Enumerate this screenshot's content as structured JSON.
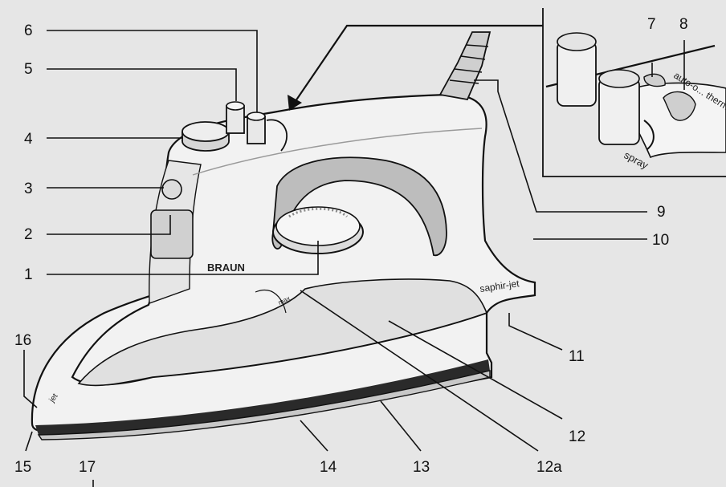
{
  "figure": {
    "brand_text": "BRAUN",
    "model_text": "saphir-jet",
    "spray_text": "spray",
    "auto_off_text": "auto-o... therm",
    "jet_text": "jet",
    "max_text": "max",
    "background_color": "#e6e6e6",
    "iron_fill": "#f2f2f2",
    "soleplate_fill": "#c8c8c8"
  },
  "labels": [
    {
      "id": "1",
      "text": "1"
    },
    {
      "id": "2",
      "text": "2"
    },
    {
      "id": "3",
      "text": "3"
    },
    {
      "id": "4",
      "text": "4"
    },
    {
      "id": "5",
      "text": "5"
    },
    {
      "id": "6",
      "text": "6"
    },
    {
      "id": "7",
      "text": "7"
    },
    {
      "id": "8",
      "text": "8"
    },
    {
      "id": "9",
      "text": "9"
    },
    {
      "id": "10",
      "text": "10"
    },
    {
      "id": "11",
      "text": "11"
    },
    {
      "id": "12",
      "text": "12"
    },
    {
      "id": "12a",
      "text": "12a"
    },
    {
      "id": "13",
      "text": "13"
    },
    {
      "id": "14",
      "text": "14"
    },
    {
      "id": "15",
      "text": "15"
    },
    {
      "id": "16",
      "text": "16"
    },
    {
      "id": "17",
      "text": "17"
    }
  ]
}
